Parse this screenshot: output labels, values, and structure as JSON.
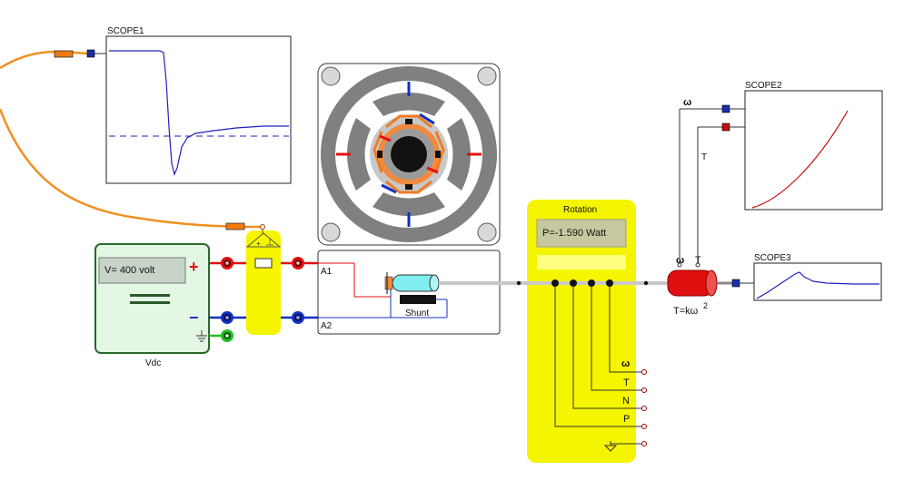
{
  "scopes": {
    "scope1_label": "SCOPE1",
    "scope2_label": "SCOPE2",
    "scope3_label": "SCOPE3"
  },
  "source": {
    "display": "V= 400 volt",
    "label": "Vdc",
    "plus": "+",
    "minus": "−"
  },
  "motor": {
    "a1": "A1",
    "a2": "A2",
    "shunt": "Shunt"
  },
  "rotation": {
    "title": "Rotation",
    "display": "P=-1.590 Watt",
    "outputs": [
      "ω",
      "T",
      "N",
      "P"
    ]
  },
  "load": {
    "omega": "ω",
    "torque": "T",
    "formula": "T=kω",
    "formula_sup": "2"
  },
  "colors": {
    "positive_wire": "#e01010",
    "negative_wire": "#1030c0",
    "ground_wire": "#20c020",
    "orange_wire": "#f09020",
    "rotation_bg": "#f5f500",
    "source_bg": "#e4f7e4",
    "scope_trace_blue": "#2020c0",
    "scope_trace_red": "#c01010"
  }
}
